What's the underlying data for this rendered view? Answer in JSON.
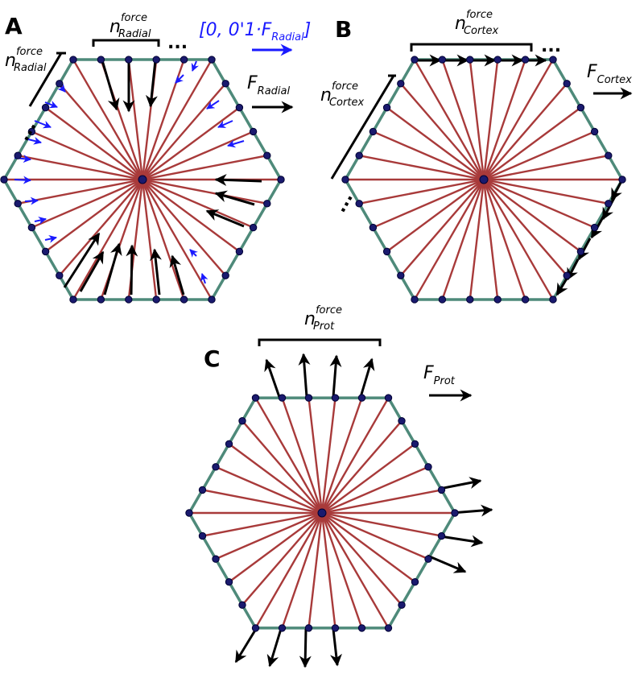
{
  "colors": {
    "spoke": "#a83a3a",
    "edge": "#4e8a7a",
    "node": "#1a1a6e",
    "node_stroke": "#000033",
    "force_arrow": "#000000",
    "minor_arrow": "#1a1aff"
  },
  "panels": [
    {
      "letter": "A",
      "count_label": {
        "main": "n",
        "sup": "force",
        "sub": "Radial"
      },
      "force_label": {
        "main": "F",
        "sub": "Radial"
      },
      "range_label": {
        "pre": "[0, 0'1·",
        "main": "F",
        "sub": "Radial",
        "post": "]"
      },
      "ellipsis": "..."
    },
    {
      "letter": "B",
      "count_label": {
        "main": "n",
        "sup": "force",
        "sub": "Cortex"
      },
      "force_label": {
        "main": "F",
        "sub": "Cortex"
      },
      "ellipsis": "..."
    },
    {
      "letter": "C",
      "count_label": {
        "main": "n",
        "sup": "force",
        "sub": "Prot"
      },
      "force_label": {
        "main": "F",
        "sub": "Prot"
      }
    }
  ]
}
